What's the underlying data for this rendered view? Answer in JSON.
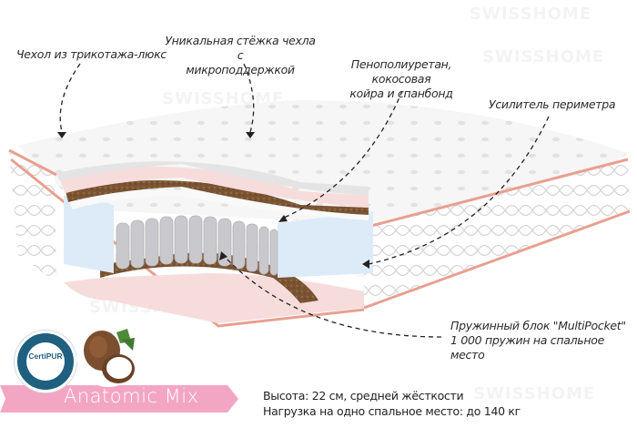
{
  "product": {
    "name": "Anatomic Mix",
    "specs": [
      "Высота: 22 см, средней жёсткости",
      "Нагрузка на одно спальное место: до 140 кг"
    ]
  },
  "annotations": {
    "cover": "Чехол из трикотажа-люкс",
    "stitch_line1": "Уникальная стёжка чехла с",
    "stitch_line2": "микроподдержкой",
    "layers_line1": "Пенополиуретан, кокосовая",
    "layers_line2": "койра и спанбонд",
    "perimeter": "Усилитель периметра",
    "springs_line1": "Пружинный блок \"MultiPocket\"",
    "springs_line2": "1 000 пружин на спальное место"
  },
  "badges": {
    "certification": "CertiPUR",
    "material_icon": "coconut-icon"
  },
  "watermark": "SWISSHOME",
  "colors": {
    "banner": "#f3a6c3",
    "piping": "#e8a090",
    "coir": "#7a5433",
    "foam_pink": "#f7dcdc",
    "foam_blue": "#dcebf7",
    "springs": "#c9c9cd",
    "cert_blue": "#1f5f7f"
  }
}
